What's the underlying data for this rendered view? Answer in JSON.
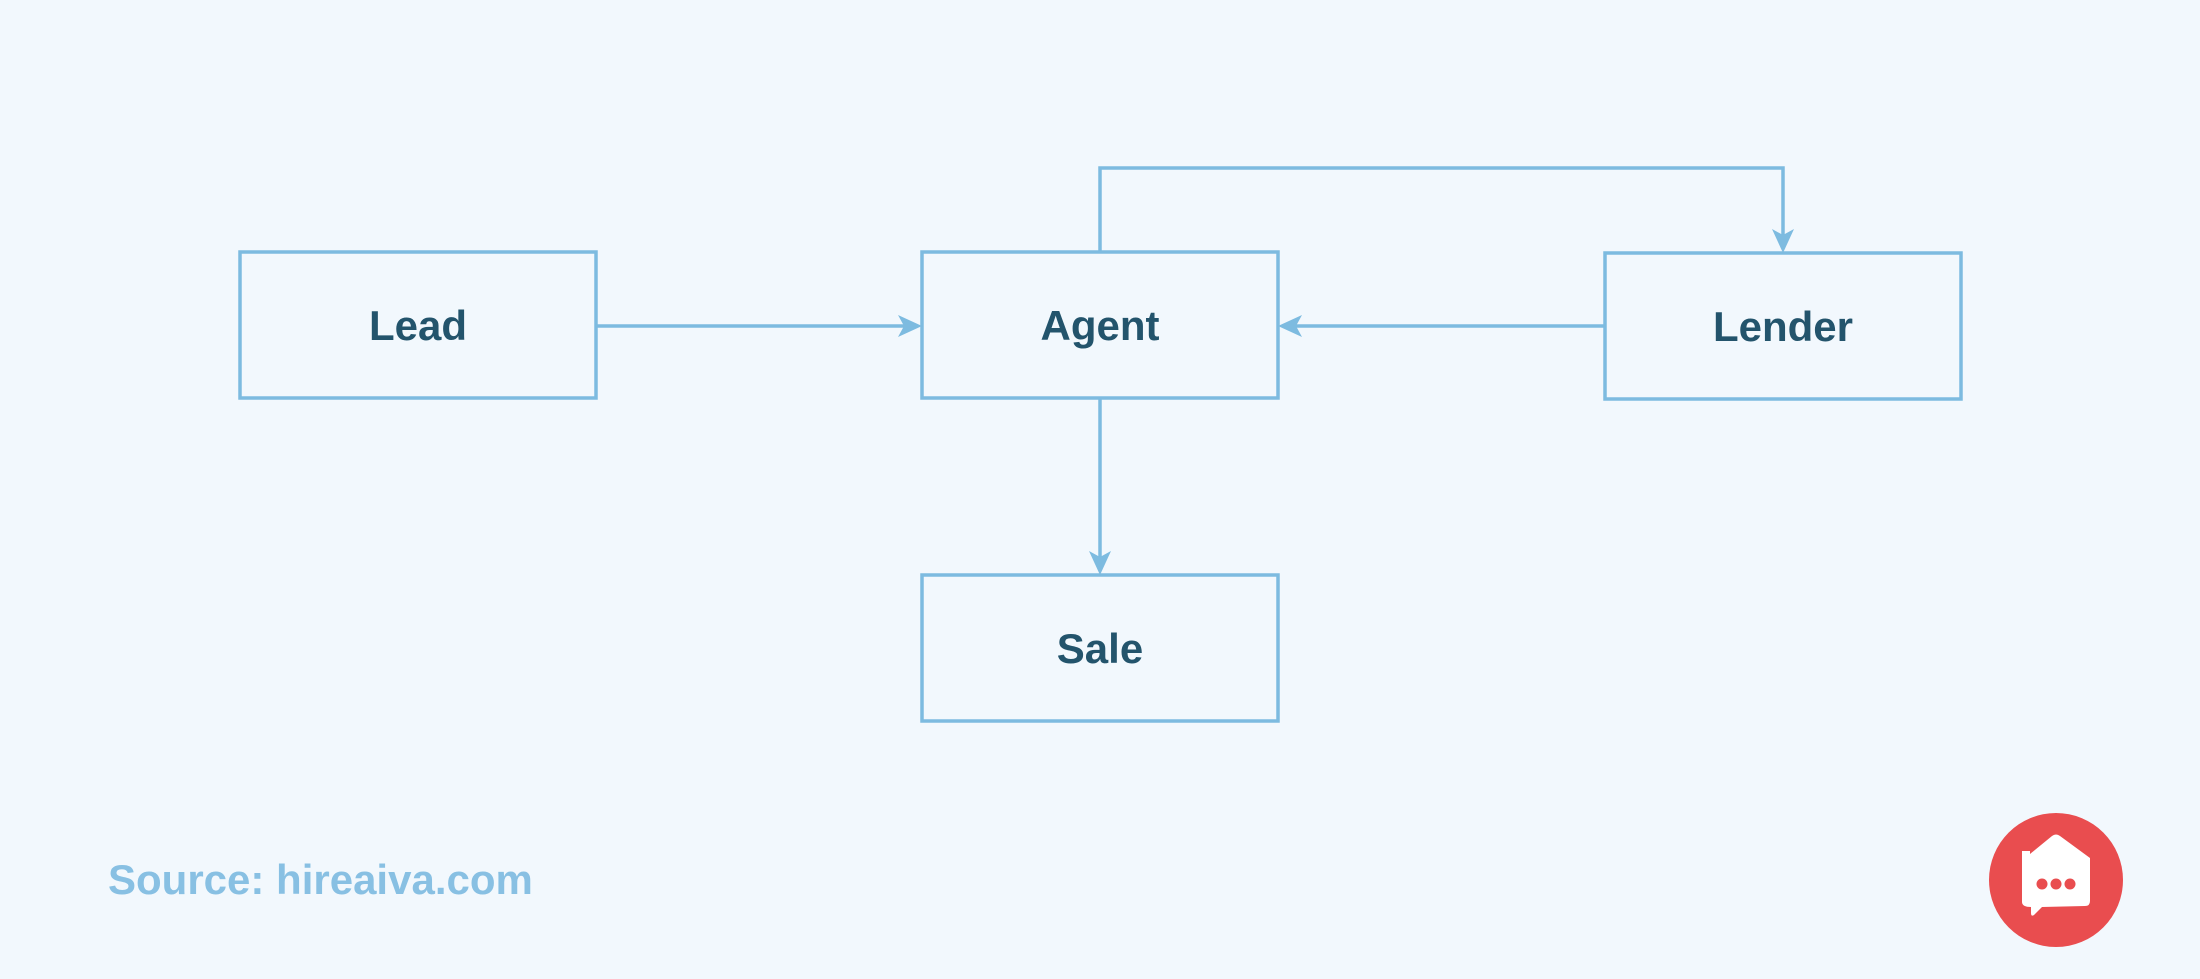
{
  "diagram": {
    "nodes": {
      "lead": "Lead",
      "agent": "Agent",
      "lender": "Lender",
      "sale": "Sale"
    },
    "edges": [
      {
        "from": "Lead",
        "to": "Agent"
      },
      {
        "from": "Lender",
        "to": "Agent"
      },
      {
        "from": "Agent",
        "to": "Lender"
      },
      {
        "from": "Agent",
        "to": "Sale"
      }
    ]
  },
  "footer": {
    "source": "Source: hireaiva.com"
  },
  "logo": {
    "icon": "house-chat-icon"
  },
  "colors": {
    "background": "#f2f8fd",
    "line": "#7dbbe0",
    "node_text": "#23546c",
    "source_text": "#88c0e3",
    "logo": "#e94d4f"
  }
}
